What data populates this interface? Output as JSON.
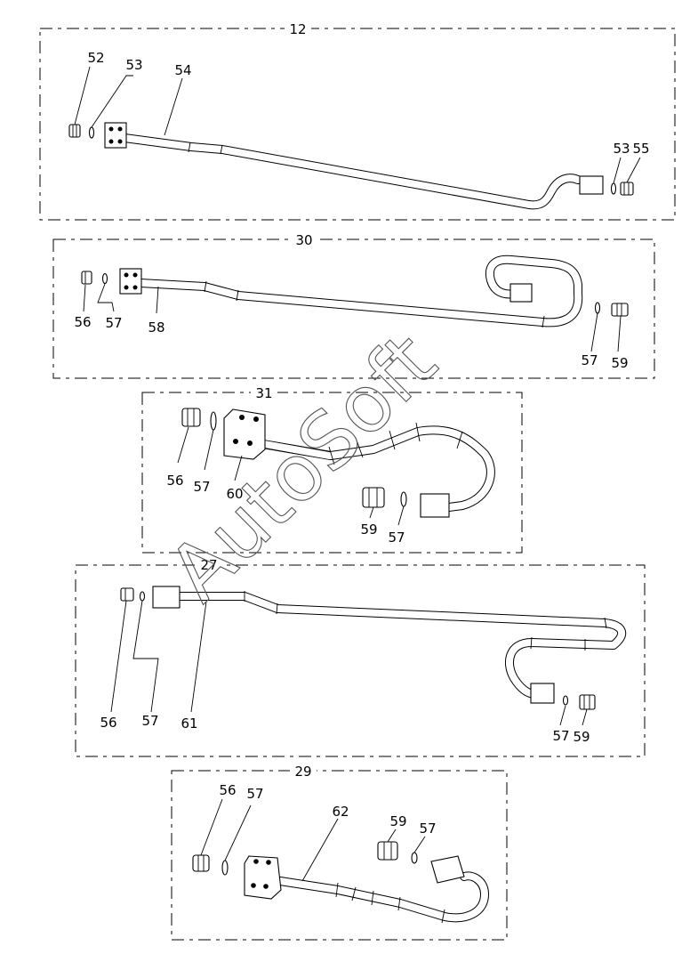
{
  "watermark": "AutoSoft",
  "groups": [
    {
      "label": "12",
      "parts": [
        "52",
        "53",
        "54",
        "53",
        "55"
      ]
    },
    {
      "label": "30",
      "parts": [
        "56",
        "57",
        "58",
        "57",
        "59"
      ]
    },
    {
      "label": "31",
      "parts": [
        "56",
        "57",
        "60",
        "59",
        "57"
      ]
    },
    {
      "label": "27",
      "parts": [
        "56",
        "57",
        "61",
        "57",
        "59"
      ]
    },
    {
      "label": "29",
      "parts": [
        "56",
        "57",
        "62",
        "59",
        "57"
      ]
    }
  ]
}
